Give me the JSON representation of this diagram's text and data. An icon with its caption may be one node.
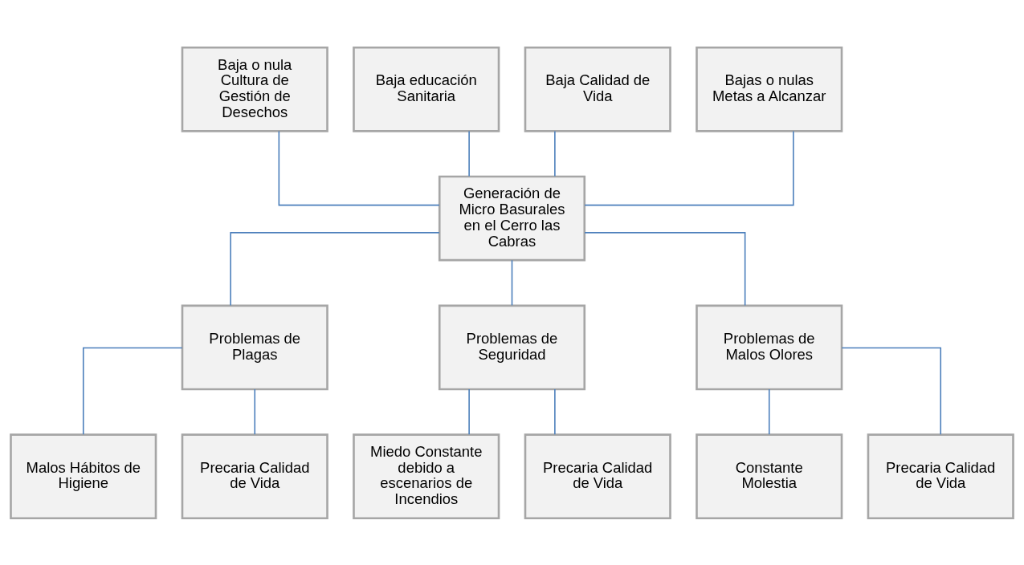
{
  "diagram": {
    "nodes": [
      {
        "text": [
          "Baja o nula Cultura de Gestión de Desechos"
        ]
      },
      {
        "text": [
          "Baja educación Sanitaria"
        ]
      },
      {
        "text": [
          "Baja Calidad de Vida"
        ]
      },
      {
        "text": [
          "Bajas o nulas Metas a Alcanzar"
        ]
      },
      {
        "text": [
          "Generación de Micro Basurales en el Cerro las Cabras"
        ]
      },
      {
        "text": [
          "Problemas de Plagas"
        ]
      },
      {
        "text": [
          "Problemas de Seguridad"
        ]
      },
      {
        "text": [
          "Problemas de Malos Olores"
        ]
      },
      {
        "text": [
          "Malos Hábitos de Higiene"
        ]
      },
      {
        "text": [
          "Precaria Calidad de Vida"
        ]
      },
      {
        "text": [
          "Miedo Constante debido a escenarios de Incendios"
        ]
      },
      {
        "text": [
          "Precaria Calidad de Vida"
        ]
      },
      {
        "text": [
          "Constante Molestia"
        ]
      },
      {
        "text": [
          "Precaria Calidad de Vida"
        ]
      }
    ],
    "edges": [
      {
        "from": 0,
        "to": 4,
        "arrow": "none"
      },
      {
        "from": 1,
        "to": 4,
        "arrow": "none"
      },
      {
        "from": 2,
        "to": 4,
        "arrow": "none"
      },
      {
        "from": 3,
        "to": 4,
        "arrow": "none"
      },
      {
        "from": 4,
        "to": 5,
        "arrow": "none"
      },
      {
        "from": 4,
        "to": 6,
        "arrow": "none"
      },
      {
        "from": 4,
        "to": 7,
        "arrow": "none"
      },
      {
        "from": 5,
        "to": 8,
        "arrow": "none"
      },
      {
        "from": 5,
        "to": 9,
        "arrow": "none"
      },
      {
        "from": 6,
        "to": 10,
        "arrow": "none"
      },
      {
        "from": 6,
        "to": 11,
        "arrow": "none"
      },
      {
        "from": 7,
        "to": 12,
        "arrow": "none"
      },
      {
        "from": 7,
        "to": 13,
        "arrow": "none"
      }
    ]
  }
}
